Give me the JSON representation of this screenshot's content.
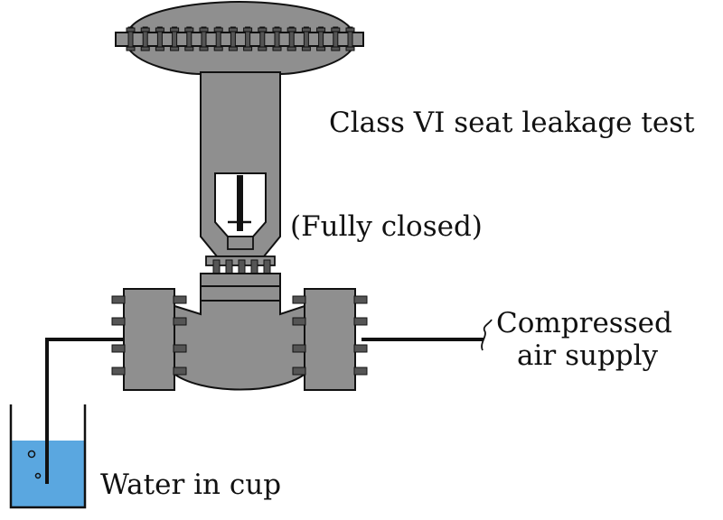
{
  "labels": {
    "test_title": "Class VI seat leakage test",
    "valve_state": "(Fully closed)",
    "supply_line1": "Compressed",
    "supply_line2": "air supply",
    "cup": "Water in cup"
  },
  "colors": {
    "metal": "#8f8f8f",
    "metal_dark": "#6a6a6a",
    "bolt": "#555555",
    "outline": "#111111",
    "water": "#5aa7e0",
    "window": "#ffffff"
  }
}
